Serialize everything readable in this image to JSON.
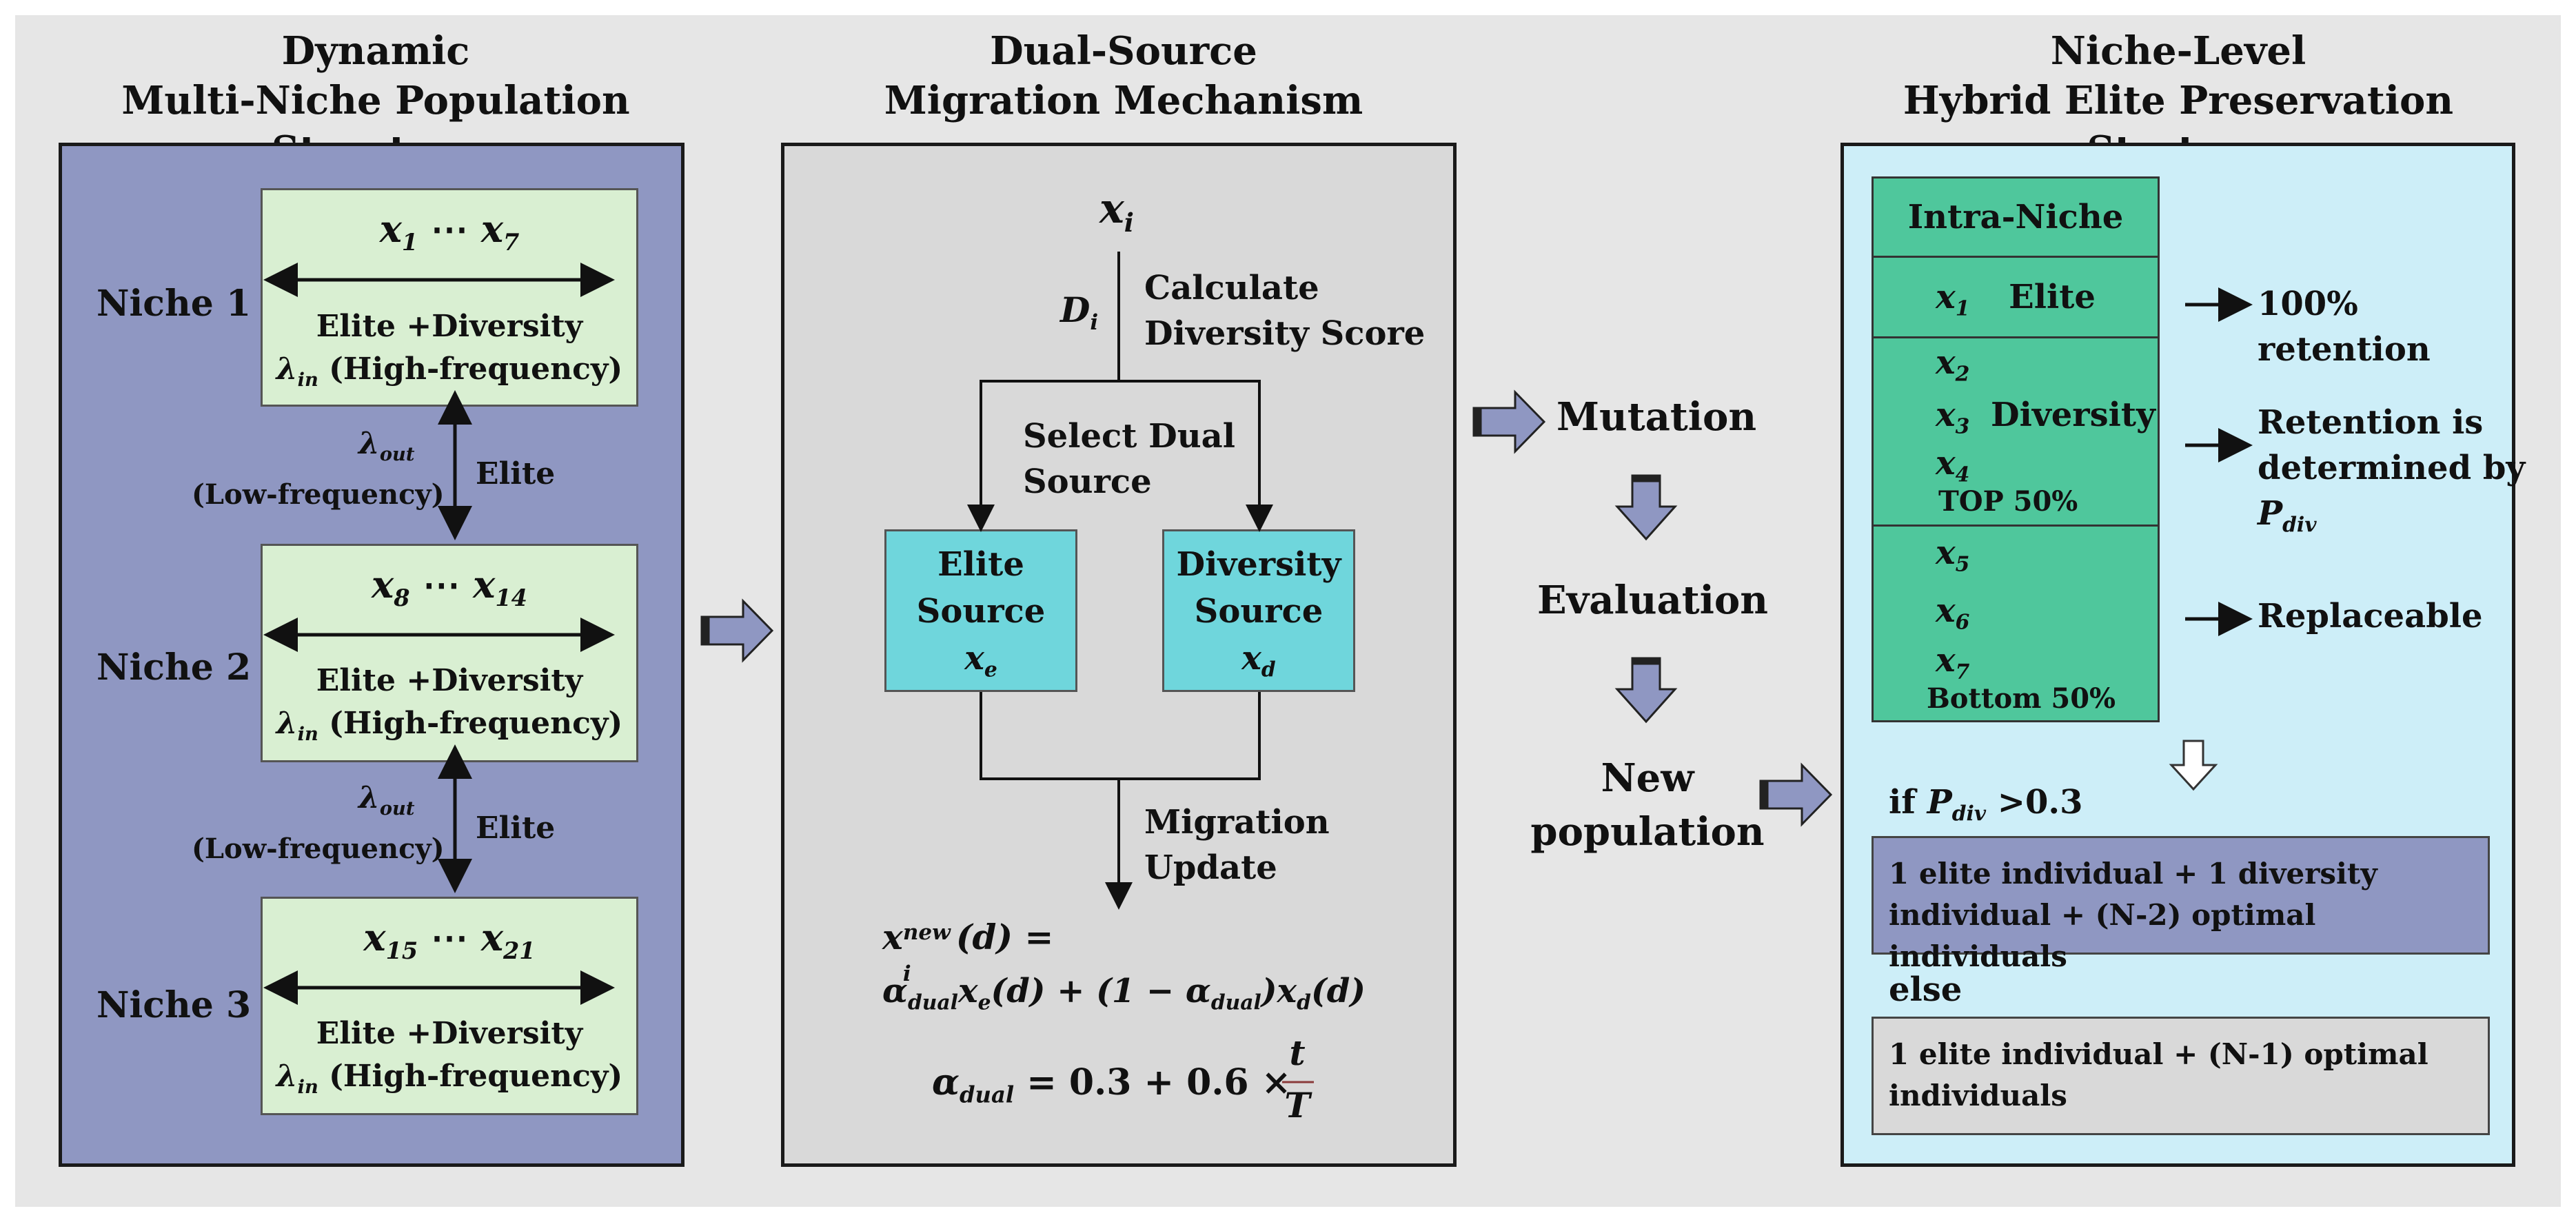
{
  "colors": {
    "panel1_bg": "#8f97c2",
    "niche_box": "#d9efd2",
    "panel2_bg": "#d9d9d9",
    "source_box": "#6fd6dc",
    "panel3_bg": "#cdeef8",
    "table_green": "#4fc79c",
    "strategy_purple": "#8f97c2",
    "strategy_gray": "#d9d9d9",
    "arrow_fill": "#8f97c2"
  },
  "panel1": {
    "title_line1": "Dynamic",
    "title_line2": "Multi-Niche Population Structure",
    "niches": [
      {
        "label": "Niche 1",
        "range_a": "x",
        "sub_a": "1",
        "range_b": "x",
        "sub_b": "7",
        "dots": "⋯",
        "line1": "Elite +Diversity",
        "lambda": "λ",
        "lambda_sub": "in",
        "freq": "(High-frequency)"
      },
      {
        "label": "Niche 2",
        "range_a": "x",
        "sub_a": "8",
        "range_b": "x",
        "sub_b": "14",
        "dots": "⋯",
        "line1": "Elite +Diversity",
        "lambda": "λ",
        "lambda_sub": "in",
        "freq": "(High-frequency)"
      },
      {
        "label": "Niche 3",
        "range_a": "x",
        "sub_a": "15",
        "range_b": "x",
        "sub_b": "21",
        "dots": "⋯",
        "line1": "Elite +Diversity",
        "lambda": "λ",
        "lambda_sub": "in",
        "freq": "(High-frequency)"
      }
    ],
    "links": [
      {
        "lambda": "λ",
        "lambda_sub": "out",
        "freq": "(Low-frequency)",
        "label": "Elite"
      },
      {
        "lambda": "λ",
        "lambda_sub": "out",
        "freq": "(Low-frequency)",
        "label": "Elite"
      }
    ]
  },
  "panel2": {
    "title_line1": "Dual-Source",
    "title_line2": "Migration Mechanism",
    "xi": "x",
    "xi_sub": "i",
    "di": "D",
    "di_sub": "i",
    "calc_line1": "Calculate",
    "calc_line2": "Diversity Score",
    "select_line1": "Select Dual",
    "select_line2": "Source",
    "elite_line1": "Elite",
    "elite_line2": "Source",
    "elite_var": "x",
    "elite_sub": "e",
    "div_line1": "Diversity",
    "div_line2": "Source",
    "div_var": "x",
    "div_sub": "d",
    "update_line1": "Migration",
    "update_line2": "Update",
    "eq1_lhs": "x",
    "eq1_sub": "i",
    "eq1_sup": "new",
    "eq1_rest": "(d) =",
    "eq2_a": "α",
    "eq2_a_sub": "dual",
    "eq2_b": "x",
    "eq2_b_sub": "e",
    "eq2_c": "(d) + (1 − α",
    "eq2_c_sub": "dual",
    "eq2_d": ")x",
    "eq2_d_sub": "d",
    "eq2_e": "(d)",
    "eq3_a": "α",
    "eq3_a_sub": "dual",
    "eq3_b": " = 0.3 + 0.6 ×",
    "eq3_num": "t",
    "eq3_den": "T"
  },
  "middle": {
    "mutation": "Mutation",
    "evaluation": "Evaluation",
    "new_line1": "New",
    "new_line2": "population"
  },
  "panel3": {
    "title_line1": "Niche-Level",
    "title_line2": "Hybrid Elite Preservation Strategy",
    "table_header": "Intra-Niche",
    "row1_var": "x",
    "row1_sub": "1",
    "row1_label": "Elite",
    "row2_vars": [
      {
        "v": "x",
        "s": "2"
      },
      {
        "v": "x",
        "s": "3"
      },
      {
        "v": "x",
        "s": "4"
      }
    ],
    "row2_label": "Diversity",
    "row2_note": "TOP 50%",
    "row3_vars": [
      {
        "v": "x",
        "s": "5"
      },
      {
        "v": "x",
        "s": "6"
      },
      {
        "v": "x",
        "s": "7"
      }
    ],
    "row3_note": "Bottom 50%",
    "ret1_line1": "100%",
    "ret1_line2": "retention",
    "ret2_line1": "Retention is",
    "ret2_line2": "determined by",
    "ret2_var": "P",
    "ret2_sub": "div",
    "ret3": "Replaceable",
    "cond_if": "if",
    "cond_var": "P",
    "cond_sub": "div",
    "cond_rest": " >0.3",
    "strat1_line1": "1 elite individual + 1 diversity",
    "strat1_line2": "individual + (N-2) optimal individuals",
    "cond_else": "else",
    "strat2_line1": "1 elite individual + (N-1) optimal",
    "strat2_line2": "individuals"
  }
}
